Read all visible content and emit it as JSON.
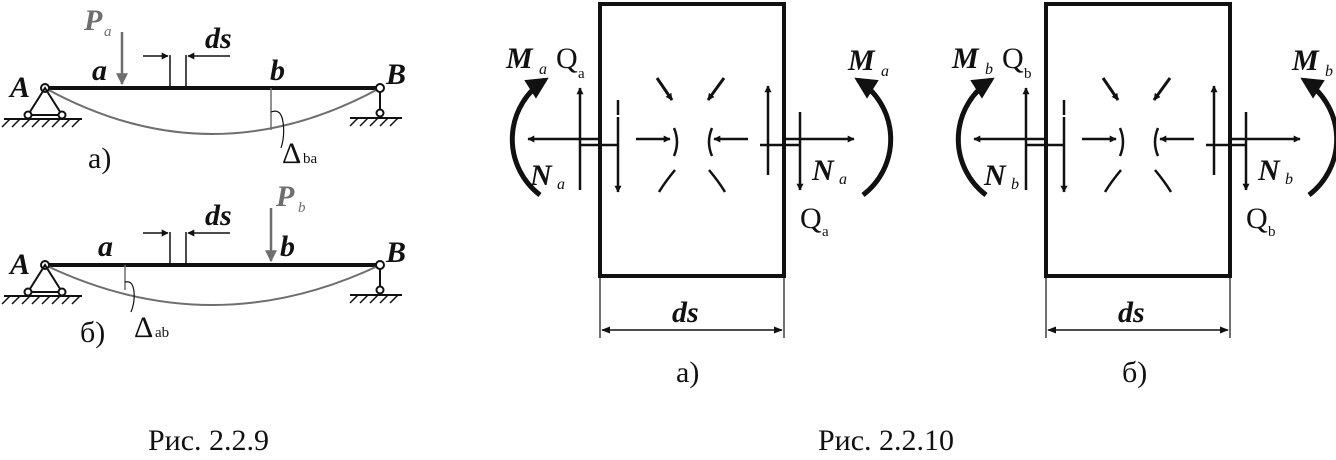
{
  "fig229": {
    "caption": "Рис. 2.2.9",
    "sub_a": {
      "label": "а)",
      "support_left": "A",
      "support_right": "B",
      "point_a": "a",
      "point_b": "b",
      "segment": "ds",
      "load_main": "P",
      "load_sub": "a",
      "deflection_main": "Δ",
      "deflection_sub": "ba"
    },
    "sub_b": {
      "label": "б)",
      "support_left": "A",
      "support_right": "B",
      "point_a": "a",
      "point_b": "b",
      "segment": "ds",
      "load_main": "P",
      "load_sub": "b",
      "deflection_main": "Δ",
      "deflection_sub": "ab"
    }
  },
  "fig2210": {
    "caption": "Рис. 2.2.10",
    "sub_a": {
      "label": "а)",
      "dimension": "ds",
      "M_main": "M",
      "M_sub": "a",
      "Q_main": "Q",
      "Q_sub": "a",
      "N_main": "N",
      "N_sub": "a"
    },
    "sub_b": {
      "label": "б)",
      "dimension": "ds",
      "M_main": "M",
      "M_sub": "b",
      "Q_main": "Q",
      "Q_sub": "b",
      "N_main": "N",
      "N_sub": "b"
    }
  },
  "colors": {
    "ink": "#111111",
    "deflected": "#6e6e6e"
  }
}
